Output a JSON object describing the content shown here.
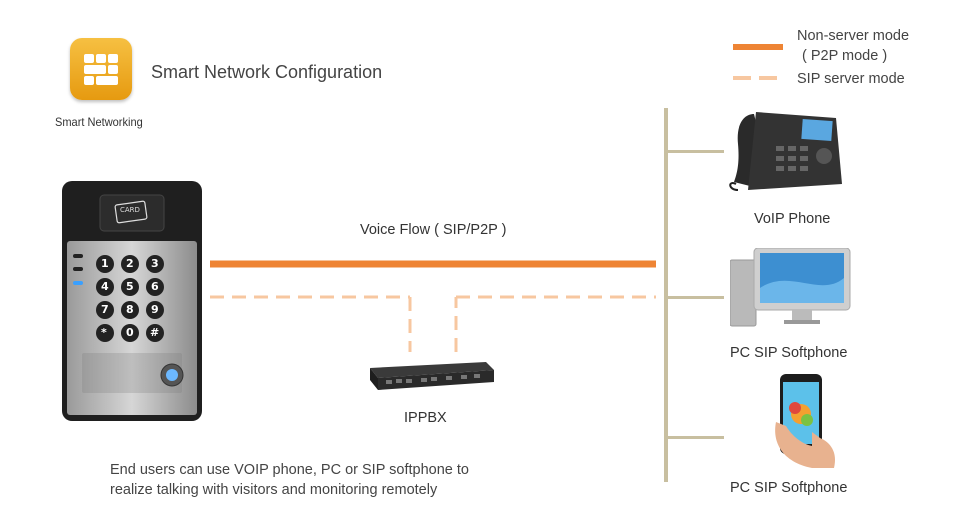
{
  "header": {
    "title": "Smart Network Configuration",
    "app_label": "Smart Networking"
  },
  "legend": {
    "solid_label_line1": "Non-server mode",
    "solid_label_line2": "( P2P mode )",
    "dashed_label": "SIP server mode",
    "solid_color": "#ee8434",
    "dashed_color": "#f7c7a0"
  },
  "diagram": {
    "voice_flow_label": "Voice Flow ( SIP/P2P )",
    "pbx_label": "IPPBX",
    "intercom_card_text": "CARD",
    "keypad": [
      "1",
      "2",
      "3",
      "4",
      "5",
      "6",
      "7",
      "8",
      "9",
      "*",
      "0",
      "#"
    ],
    "devices": [
      {
        "label": "VoIP Phone",
        "icon": "desk-phone-icon"
      },
      {
        "label": "PC SIP Softphone",
        "icon": "desktop-computer-icon"
      },
      {
        "label": "PC SIP Softphone",
        "icon": "smartphone-icon"
      }
    ]
  },
  "description": {
    "line1": "End users can use VOIP phone, PC or SIP softphone to",
    "line2": "realize talking with visitors and monitoring remotely"
  }
}
